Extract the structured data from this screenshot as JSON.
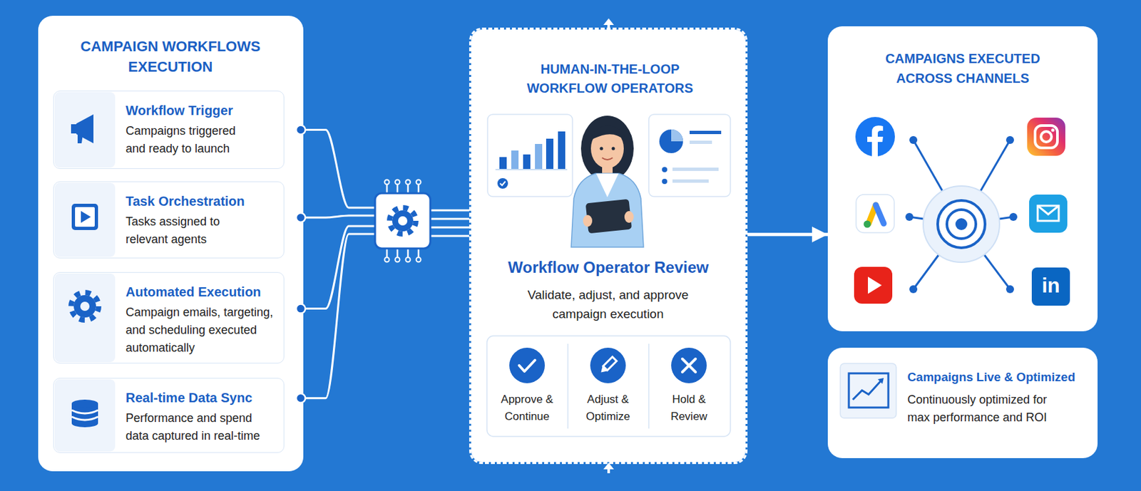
{
  "diagram": {
    "nodes": [
      {
        "text": [
          "CAMPAIGN WORKFLOWS EXECUTION"
        ]
      },
      {
        "text": [
          "Workflow Trigger",
          "Campaigns triggered and ready to launch"
        ],
        "in": 0
      },
      {
        "text": [
          "Task Orchestration",
          "Tasks assigned to relevant agents"
        ],
        "in": 0
      },
      {
        "text": [
          "Automated Execution",
          "Campaign emails, targeting, and scheduling executed automatically"
        ],
        "in": 0
      },
      {
        "text": [
          "Real-time Data Sync",
          "Performance and spend data captured in real-time"
        ],
        "in": 0
      },
      {
        "text": [
          "HUMAN-IN-THE-LOOP WORKFLOW OPERATORS",
          "Workflow Operator Review",
          "Validate, adjust, and approve campaign execution"
        ]
      },
      {
        "text": [
          "Approve & Continue"
        ],
        "in": 5
      },
      {
        "text": [
          "Adjust & Optimize"
        ],
        "in": 5
      },
      {
        "text": [
          "Hold & Review"
        ],
        "in": 5
      },
      {
        "text": [
          "CAMPAIGNS EXECUTED ACROSS CHANNELS"
        ]
      },
      {
        "text": [
          "Campaigns Live & Optimized",
          "Continuously optimized for max performance and ROI"
        ]
      }
    ],
    "edges": [
      {
        "from": 1,
        "to": 5,
        "arrow": "none"
      },
      {
        "from": 2,
        "to": 5,
        "arrow": "none"
      },
      {
        "from": 3,
        "to": 5,
        "arrow": "none"
      },
      {
        "from": 4,
        "to": 5,
        "arrow": "none"
      },
      {
        "from": 5,
        "to": 9,
        "arrow": "to"
      }
    ],
    "labels": [
      "in"
    ]
  }
}
